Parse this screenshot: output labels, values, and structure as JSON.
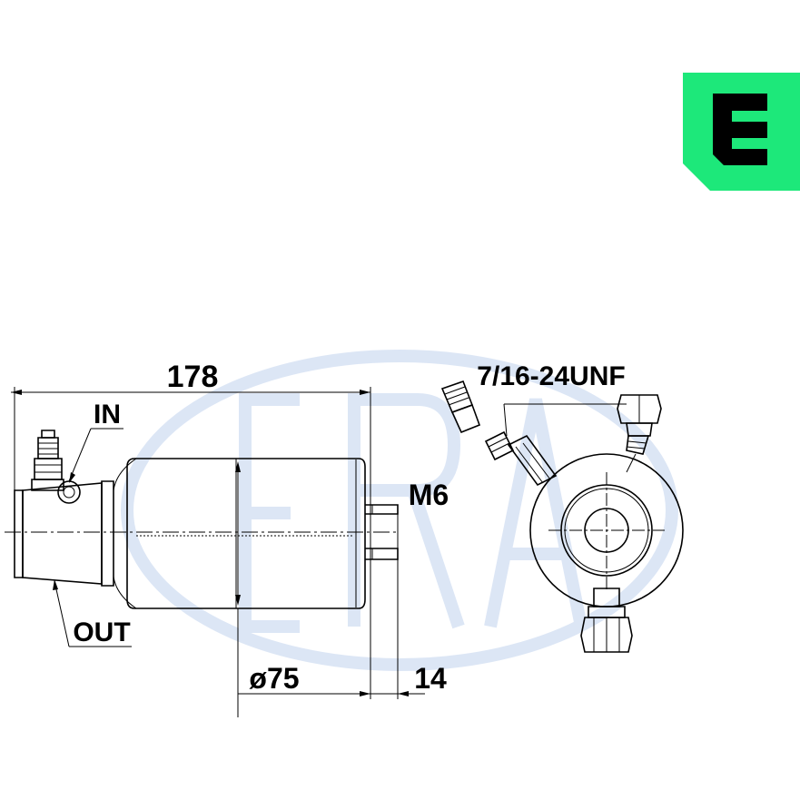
{
  "labels": {
    "length": "178",
    "inlet": "IN",
    "outlet": "OUT",
    "mount_thread": "M6",
    "diameter": "ø75",
    "stud_length": "14",
    "port_thread": "7/16-24UNF"
  },
  "colors": {
    "logo_green": "#1DE87A",
    "watermark": "#D9E4F5",
    "line": "#000000"
  },
  "icons": {
    "brand_logo": "era-e-logo-icon",
    "watermark": "era-watermark-icon"
  }
}
